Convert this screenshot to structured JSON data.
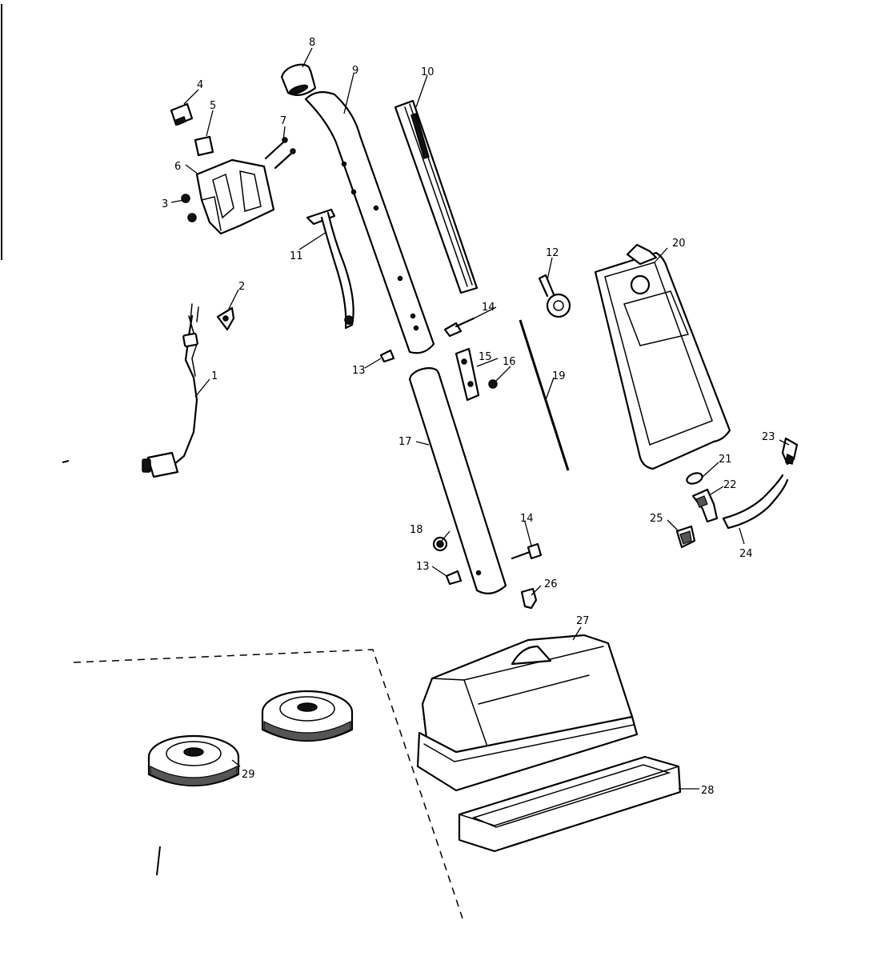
{
  "callouts": [
    {
      "id": "c1",
      "text": "1"
    },
    {
      "id": "c2",
      "text": "2"
    },
    {
      "id": "c3",
      "text": "3"
    },
    {
      "id": "c4",
      "text": "4"
    },
    {
      "id": "c5",
      "text": "5"
    },
    {
      "id": "c6",
      "text": "6"
    },
    {
      "id": "c7",
      "text": "7"
    },
    {
      "id": "c8",
      "text": "8"
    },
    {
      "id": "c9",
      "text": "9"
    },
    {
      "id": "c10",
      "text": "10"
    },
    {
      "id": "c11",
      "text": "11"
    },
    {
      "id": "c12",
      "text": "12"
    },
    {
      "id": "c13a",
      "text": "13"
    },
    {
      "id": "c13b",
      "text": "13"
    },
    {
      "id": "c14a",
      "text": "14"
    },
    {
      "id": "c14b",
      "text": "14"
    },
    {
      "id": "c15",
      "text": "15"
    },
    {
      "id": "c16",
      "text": "16"
    },
    {
      "id": "c17",
      "text": "17"
    },
    {
      "id": "c18",
      "text": "18"
    },
    {
      "id": "c19",
      "text": "19"
    },
    {
      "id": "c20",
      "text": "20"
    },
    {
      "id": "c21",
      "text": "21"
    },
    {
      "id": "c22",
      "text": "22"
    },
    {
      "id": "c23",
      "text": "23"
    },
    {
      "id": "c24",
      "text": "24"
    },
    {
      "id": "c25",
      "text": "25"
    },
    {
      "id": "c26",
      "text": "26"
    },
    {
      "id": "c27",
      "text": "27"
    },
    {
      "id": "c28",
      "text": "28"
    },
    {
      "id": "c29",
      "text": "29"
    }
  ]
}
